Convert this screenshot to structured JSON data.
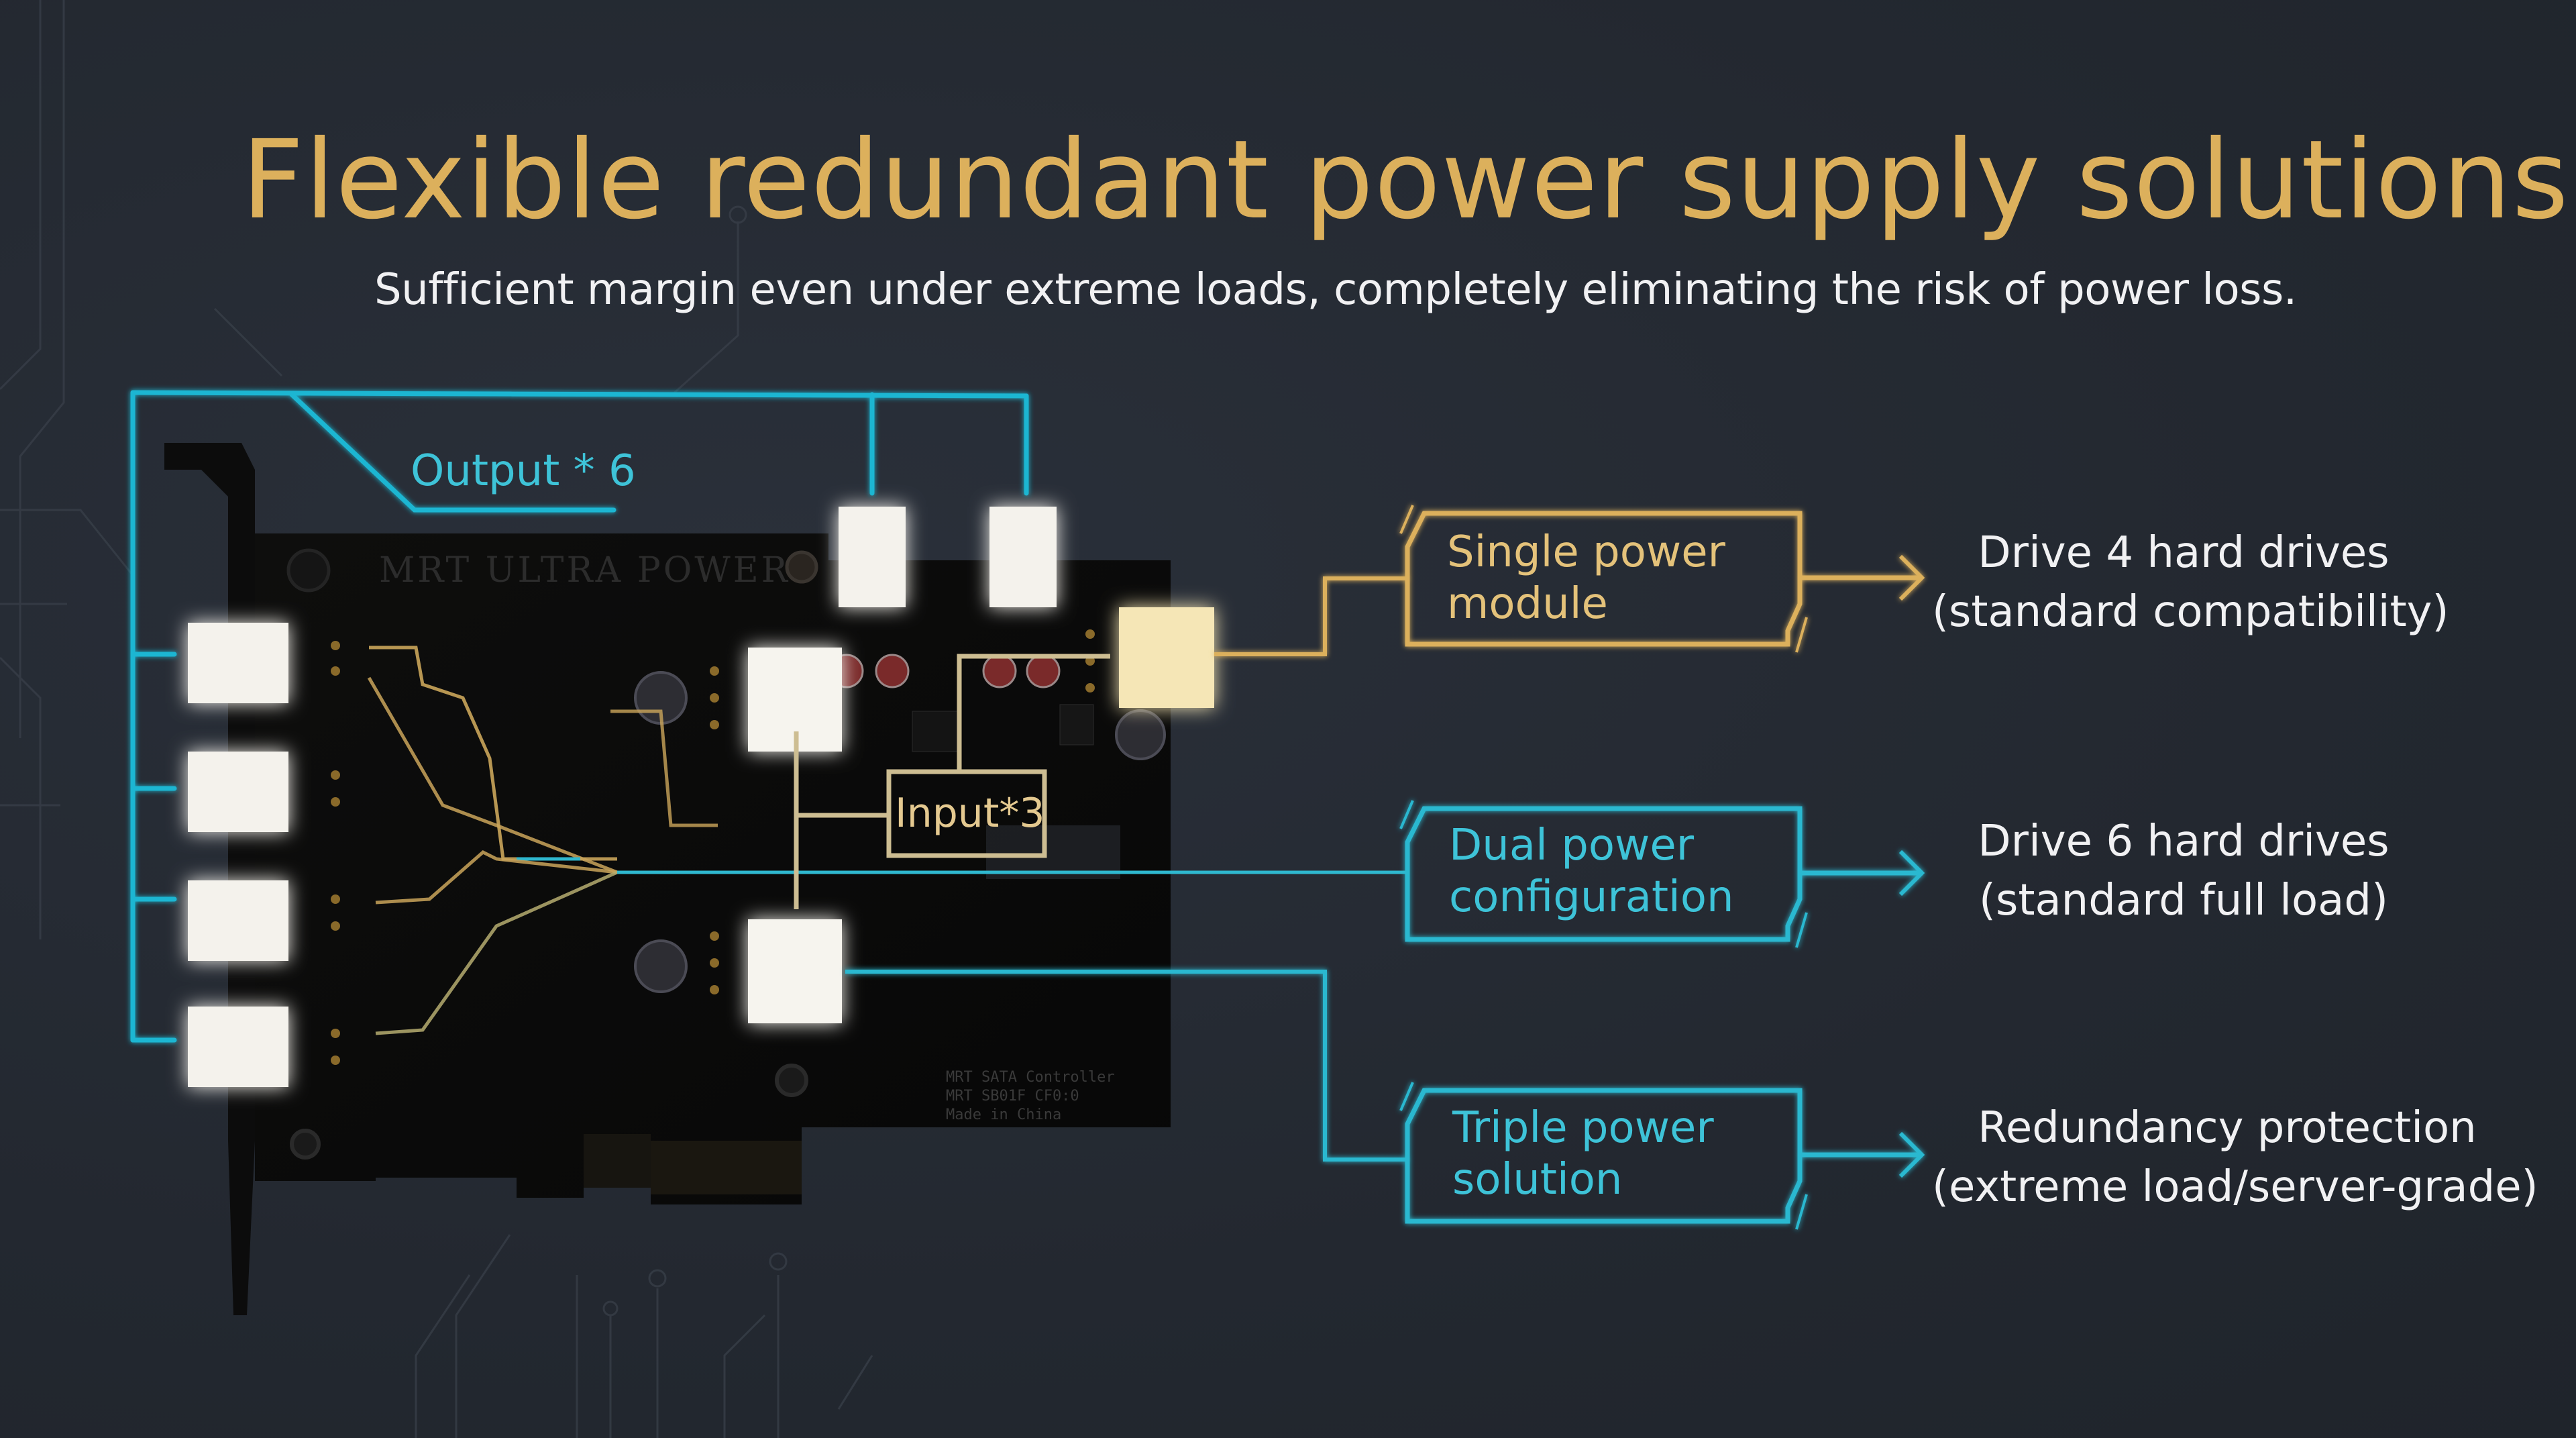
{
  "header": {
    "title": "Flexible redundant power supply solutions",
    "subtitle": "Sufficient margin even under extreme loads, completely eliminating the risk of power loss."
  },
  "board": {
    "brand_print": "MRT ULTRA POWER",
    "controller_print": [
      "MRT SATA Controller",
      "MRT SB01F CF0:0",
      "Made in China"
    ],
    "output_label": "Output * 6",
    "input_label": "Input*3"
  },
  "options": [
    {
      "name": "single",
      "box_lines": [
        "Single power",
        "module"
      ],
      "result_lines": [
        "Drive 4 hard drives",
        "(standard compatibility)"
      ],
      "color": "#dcb05c"
    },
    {
      "name": "dual",
      "box_lines": [
        "Dual power",
        "configuration"
      ],
      "result_lines": [
        "Drive 6 hard drives",
        "(standard full load)"
      ],
      "color": "#29b8d0"
    },
    {
      "name": "triple",
      "box_lines": [
        "Triple power",
        "solution"
      ],
      "result_lines": [
        "Redundancy protection",
        "(extreme load/server-grade)"
      ],
      "color": "#29b8d0"
    }
  ],
  "colors": {
    "gold": "#dcb05c",
    "cyan": "#29b8d0",
    "background": "#23282f",
    "text": "#f1f1f3"
  }
}
